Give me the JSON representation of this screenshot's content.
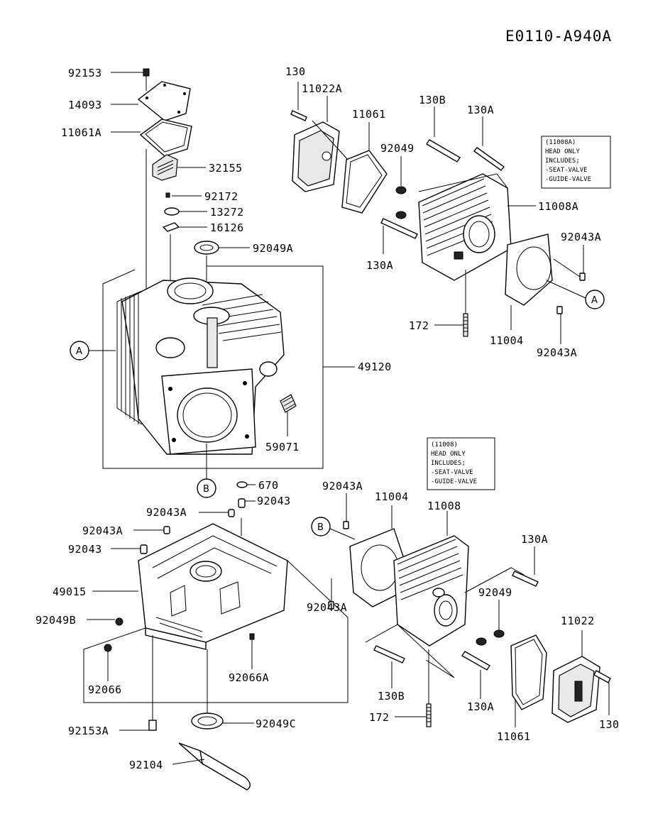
{
  "diagram_code": "E0110-A940A",
  "labels": {
    "p92153": "92153",
    "p14093": "14093",
    "p11061A": "11061A",
    "p32155": "32155",
    "p92172": "92172",
    "p13272": "13272",
    "p16126": "16126",
    "p92049A": "92049A",
    "p49120": "49120",
    "p59071": "59071",
    "p670": "670",
    "p92043_top": "92043",
    "p92043A_top": "92043A",
    "p92043A_left": "92043A",
    "p92043_left": "92043",
    "p49015": "49015",
    "p92049B": "92049B",
    "p92066": "92066",
    "p92066A": "92066A",
    "p92153A": "92153A",
    "p92049C": "92049C",
    "p92104": "92104",
    "p130_top": "130",
    "p11022A": "11022A",
    "p11061_top": "11061",
    "p130B_top": "130B",
    "p130A_top": "130A",
    "p92049_top": "92049",
    "p11008A": "11008A",
    "p130A_mid": "130A",
    "p92043A_r1": "92043A",
    "p172_top": "172",
    "p11004_top": "11004",
    "p92043A_r2": "92043A",
    "p92043A_b1": "92043A",
    "p11004_b": "11004",
    "p11008": "11008",
    "p130A_b1": "130A",
    "p92043A_b2": "92043A",
    "p92049_b": "92049",
    "p11022": "11022",
    "p130B_b": "130B",
    "p130A_b2": "130A",
    "p172_b": "172",
    "p11061_b": "11061",
    "p130_b": "130"
  },
  "refs": {
    "A_left": "A",
    "A_right": "A",
    "B_left": "B",
    "B_right": "B"
  },
  "notes": {
    "n11008A": [
      "(11008A)",
      "HEAD ONLY",
      "INCLUDES;",
      "-SEAT-VALVE",
      "-GUIDE-VALVE"
    ],
    "n11008": [
      "(11008)",
      "HEAD ONLY",
      "INCLUDES;",
      "-SEAT-VALVE",
      "-GUIDE-VALVE"
    ]
  }
}
